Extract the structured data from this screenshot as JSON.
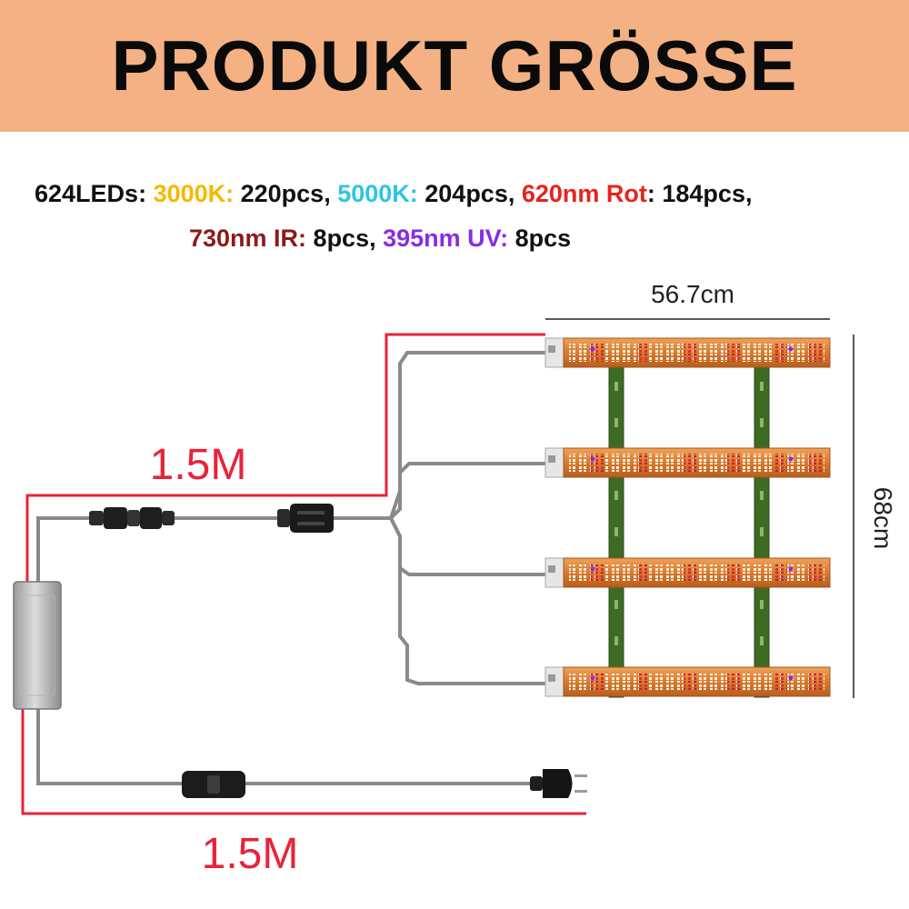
{
  "header": {
    "title": "PRODUKT GRÖSSE"
  },
  "specs": {
    "line1": [
      {
        "text": "624LEDs: ",
        "color": "#111111"
      },
      {
        "text": "3000K:",
        "color": "#F5B800"
      },
      {
        "text": " 220pcs, ",
        "color": "#111111"
      },
      {
        "text": "5000K:",
        "color": "#2EC4E6"
      },
      {
        "text": " 204pcs, ",
        "color": "#111111"
      },
      {
        "text": "620nm Rot",
        "color": "#E8231C"
      },
      {
        "text": ": 184pcs,",
        "color": "#111111"
      }
    ],
    "line2": [
      {
        "text": "730nm IR:",
        "color": "#8B1A1A"
      },
      {
        "text": " 8pcs, ",
        "color": "#111111"
      },
      {
        "text": "395nm UV:",
        "color": "#8A2BE2"
      },
      {
        "text": " 8pcs",
        "color": "#111111"
      }
    ]
  },
  "dimensions": {
    "width": "56.7cm",
    "height": "68cm",
    "cable_top": "1.5M",
    "cable_bottom": "1.5M"
  },
  "colors": {
    "banner": "#F4B183",
    "dimension_line": "#E8233A",
    "bar": "#E08A3C",
    "bracket": "#3E6B24",
    "wire": "#8a8a8a"
  },
  "icons": {
    "driver": "power-driver-icon",
    "switch": "rocker-switch-icon",
    "plug": "eu-plug-icon",
    "connector": "waterproof-connector-icon",
    "splitter": "splitter-icon"
  }
}
